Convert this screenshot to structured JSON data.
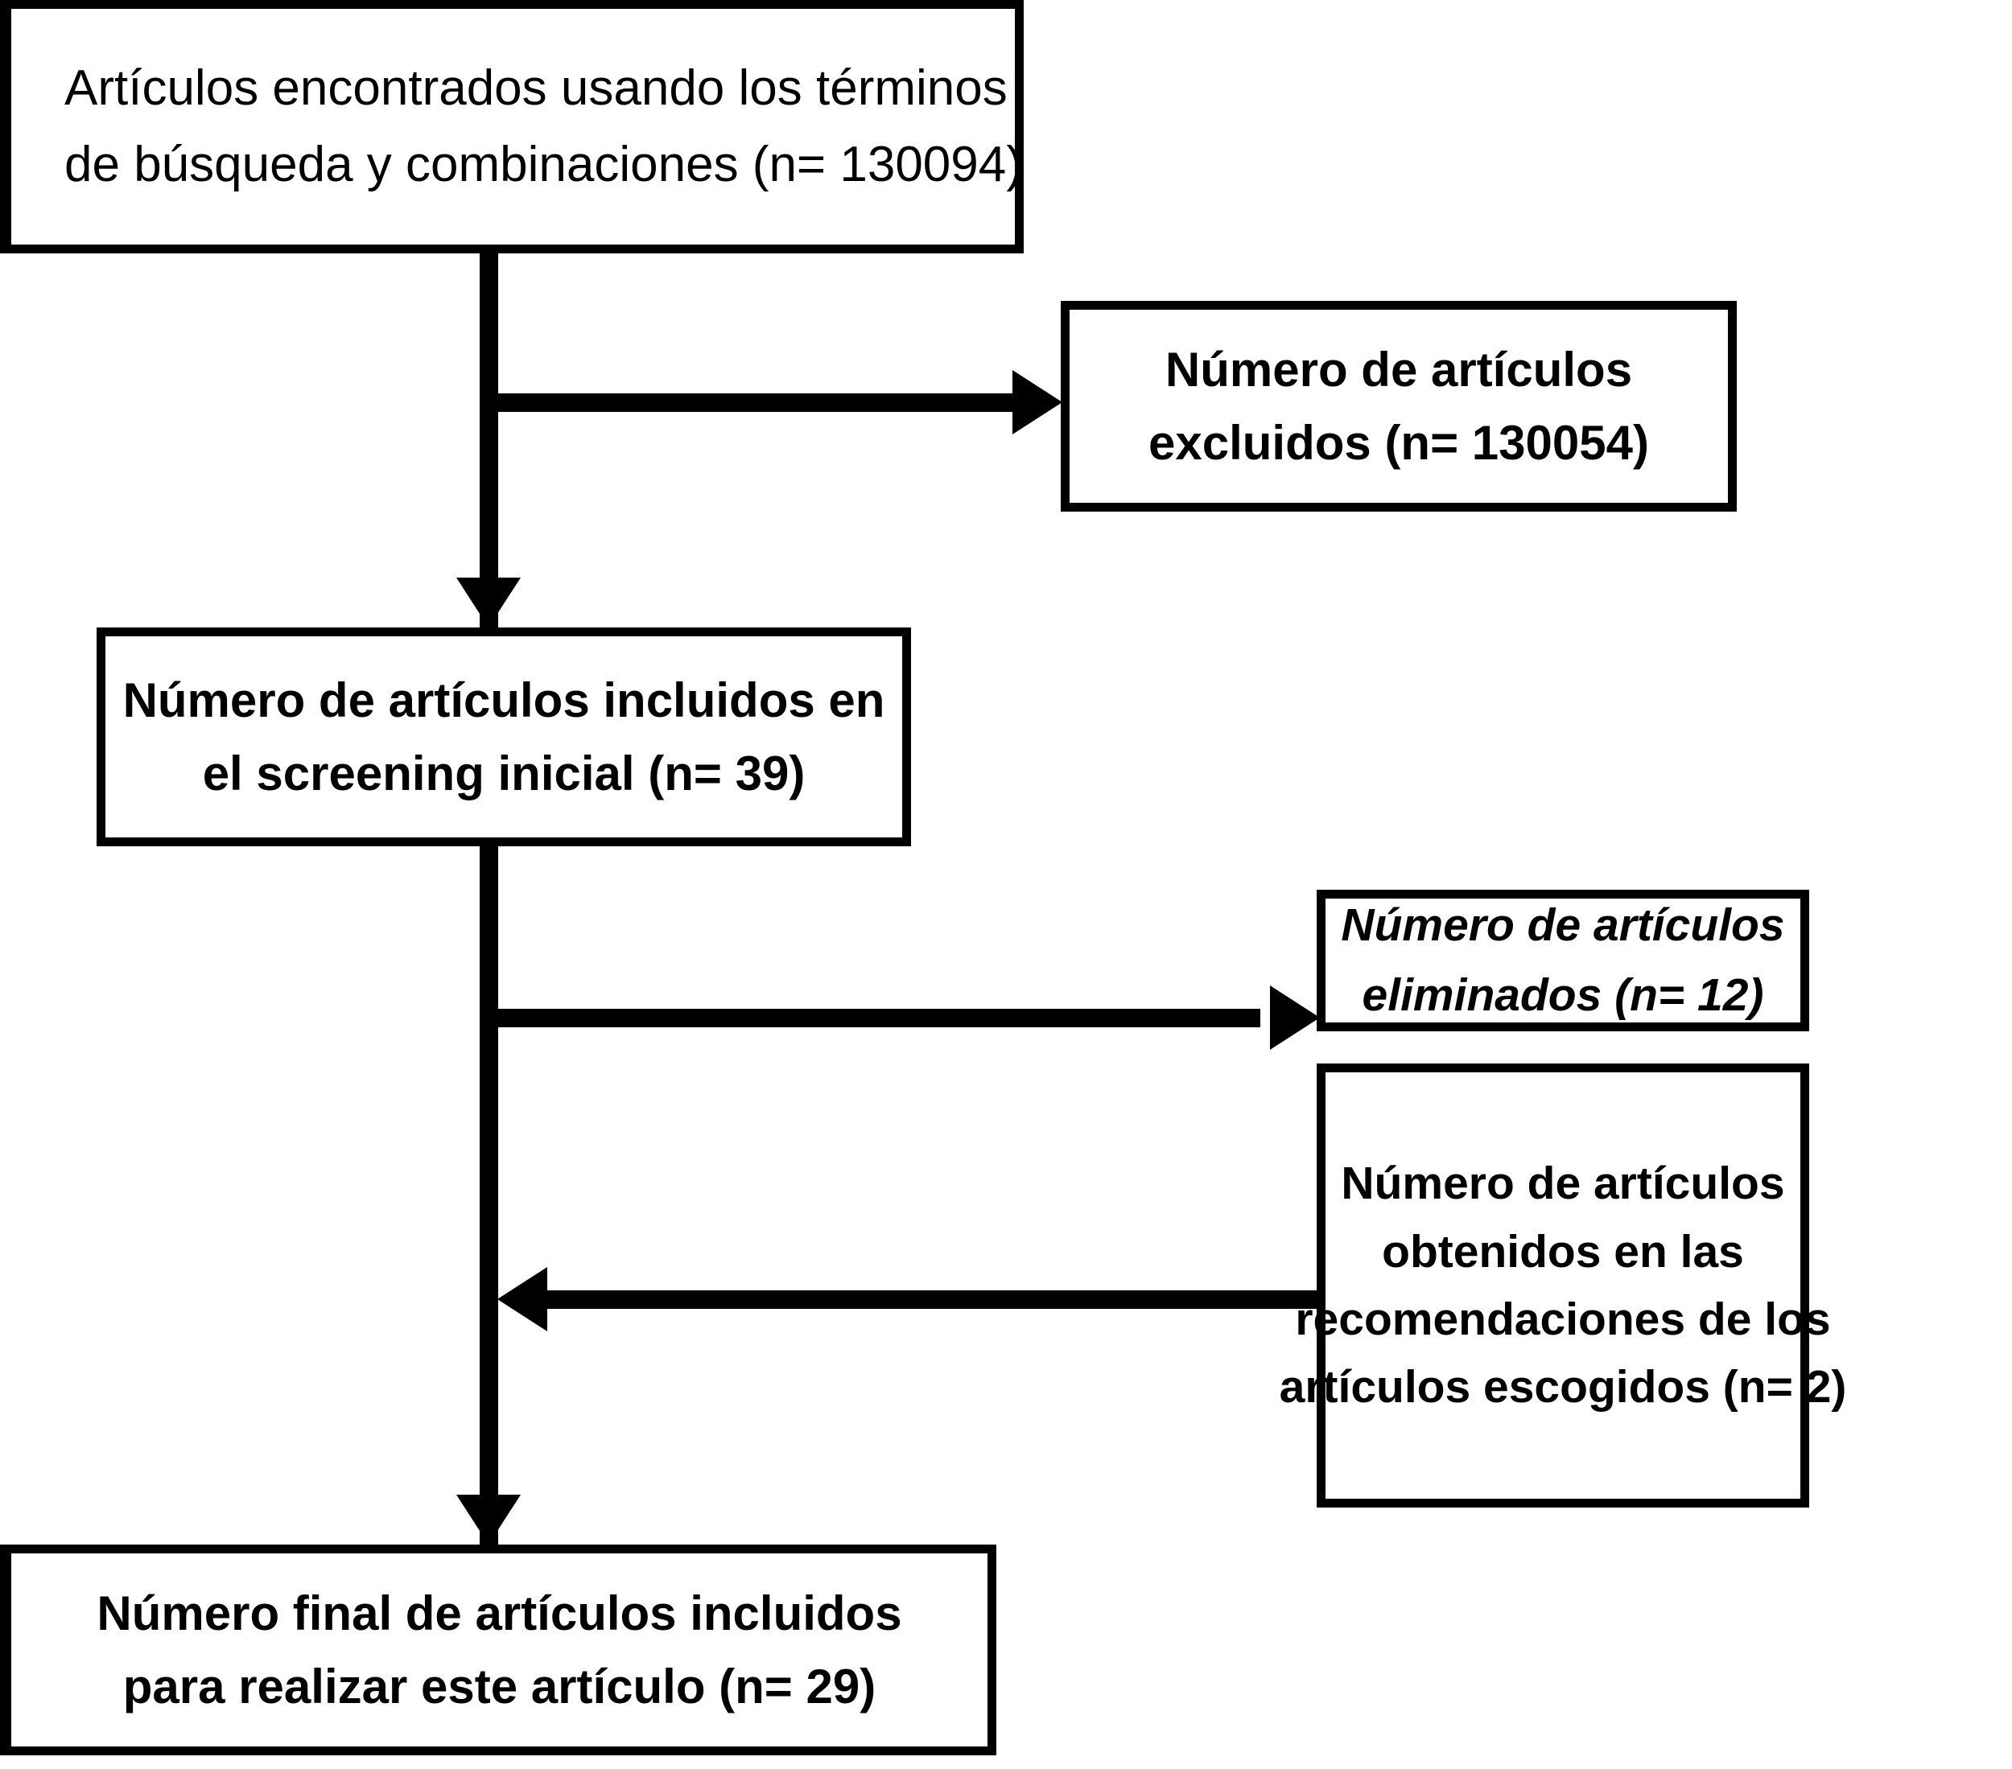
{
  "diagram": {
    "title": "PRISMA-style article selection flowchart",
    "language": "es",
    "colors": {
      "stroke": "#000000",
      "fill": "#ffffff",
      "text": "#000000"
    },
    "nodes": {
      "found": {
        "id": "articulos-encontrados",
        "line1": "Artículos encontrados usando los términos",
        "line2": "de búsqueda y combinaciones (n= 130094)",
        "n": 130094,
        "style": "regular"
      },
      "excluded": {
        "id": "articulos-excluidos",
        "line1": "Número de artículos",
        "line2": "excluidos (n= 130054)",
        "n": 130054,
        "style": "bold"
      },
      "screening": {
        "id": "articulos-screening-inicial",
        "line1": "Número de artículos incluidos en",
        "line2": "el screening inicial (n= 39)",
        "n": 39,
        "style": "bold"
      },
      "removed": {
        "id": "articulos-eliminados",
        "line1": "Número de artículos",
        "line2": "eliminados (n= 12)",
        "n": 12,
        "style": "bold-italic"
      },
      "recommend": {
        "id": "articulos-recomendaciones",
        "line1": "Número de artículos",
        "line2": "obtenidos en las",
        "line3": "recomendaciones de los",
        "line4": "artículos escogidos (n= 2)",
        "n": 2,
        "style": "bold"
      },
      "final": {
        "id": "articulos-final",
        "line1": "Número final de artículos incluidos",
        "line2": "para realizar este artículo (n= 29)",
        "n": 29,
        "style": "bold"
      }
    },
    "connectors": [
      {
        "name": "found-to-screening",
        "from": "found",
        "to": "screening",
        "direction": "down"
      },
      {
        "name": "found-to-excluded",
        "from": "found",
        "to": "excluded",
        "direction": "right"
      },
      {
        "name": "screening-to-removed",
        "from": "screening",
        "to": "removed",
        "direction": "right"
      },
      {
        "name": "recommend-to-trunk",
        "from": "recommend",
        "to": "final",
        "direction": "left"
      },
      {
        "name": "screening-to-final",
        "from": "screening",
        "to": "final",
        "direction": "down"
      }
    ]
  }
}
